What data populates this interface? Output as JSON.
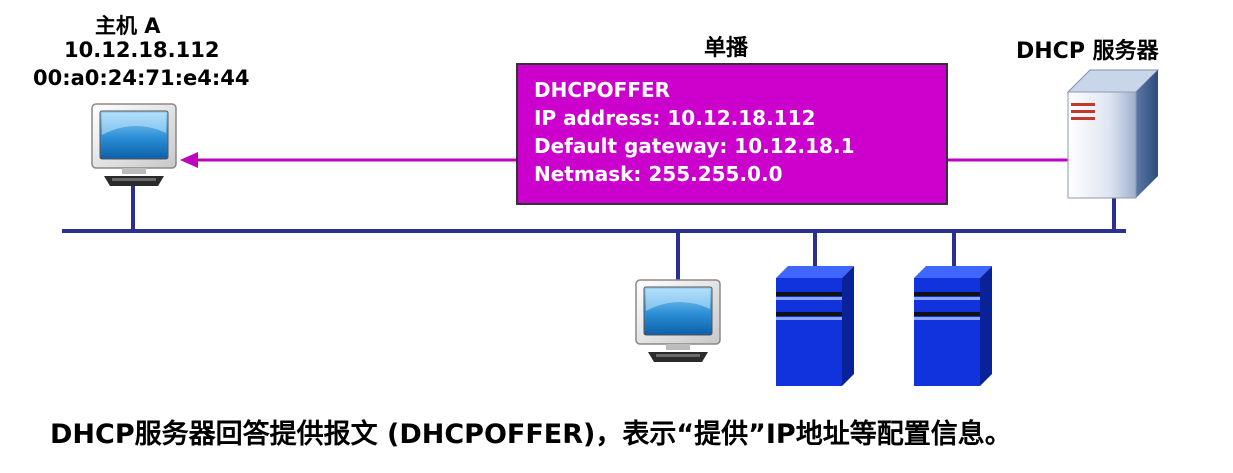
{
  "host_a": {
    "name": "主机 A",
    "ip": "10.12.18.112",
    "mac": "00:a0:24:71:e4:44"
  },
  "unicast_label": "单播",
  "server_label": "DHCP 服务器",
  "offer_message": {
    "type": "DHCPOFFER",
    "ip_address": "IP address: 10.12.18.112",
    "default_gateway": "Default gateway: 10.12.18.1",
    "netmask": "Netmask: 255.255.0.0"
  },
  "caption": "DHCP服务器回答提供报文 (DHCPOFFER)，表示“提供”IP地址等配置信息。",
  "colors": {
    "bus_line": "#2b2f8f",
    "message_arrow": "#c000c0",
    "message_box": "#cc00cc",
    "server_blue": "#1133dd"
  },
  "icons": [
    "computer-icon",
    "server-icon"
  ]
}
